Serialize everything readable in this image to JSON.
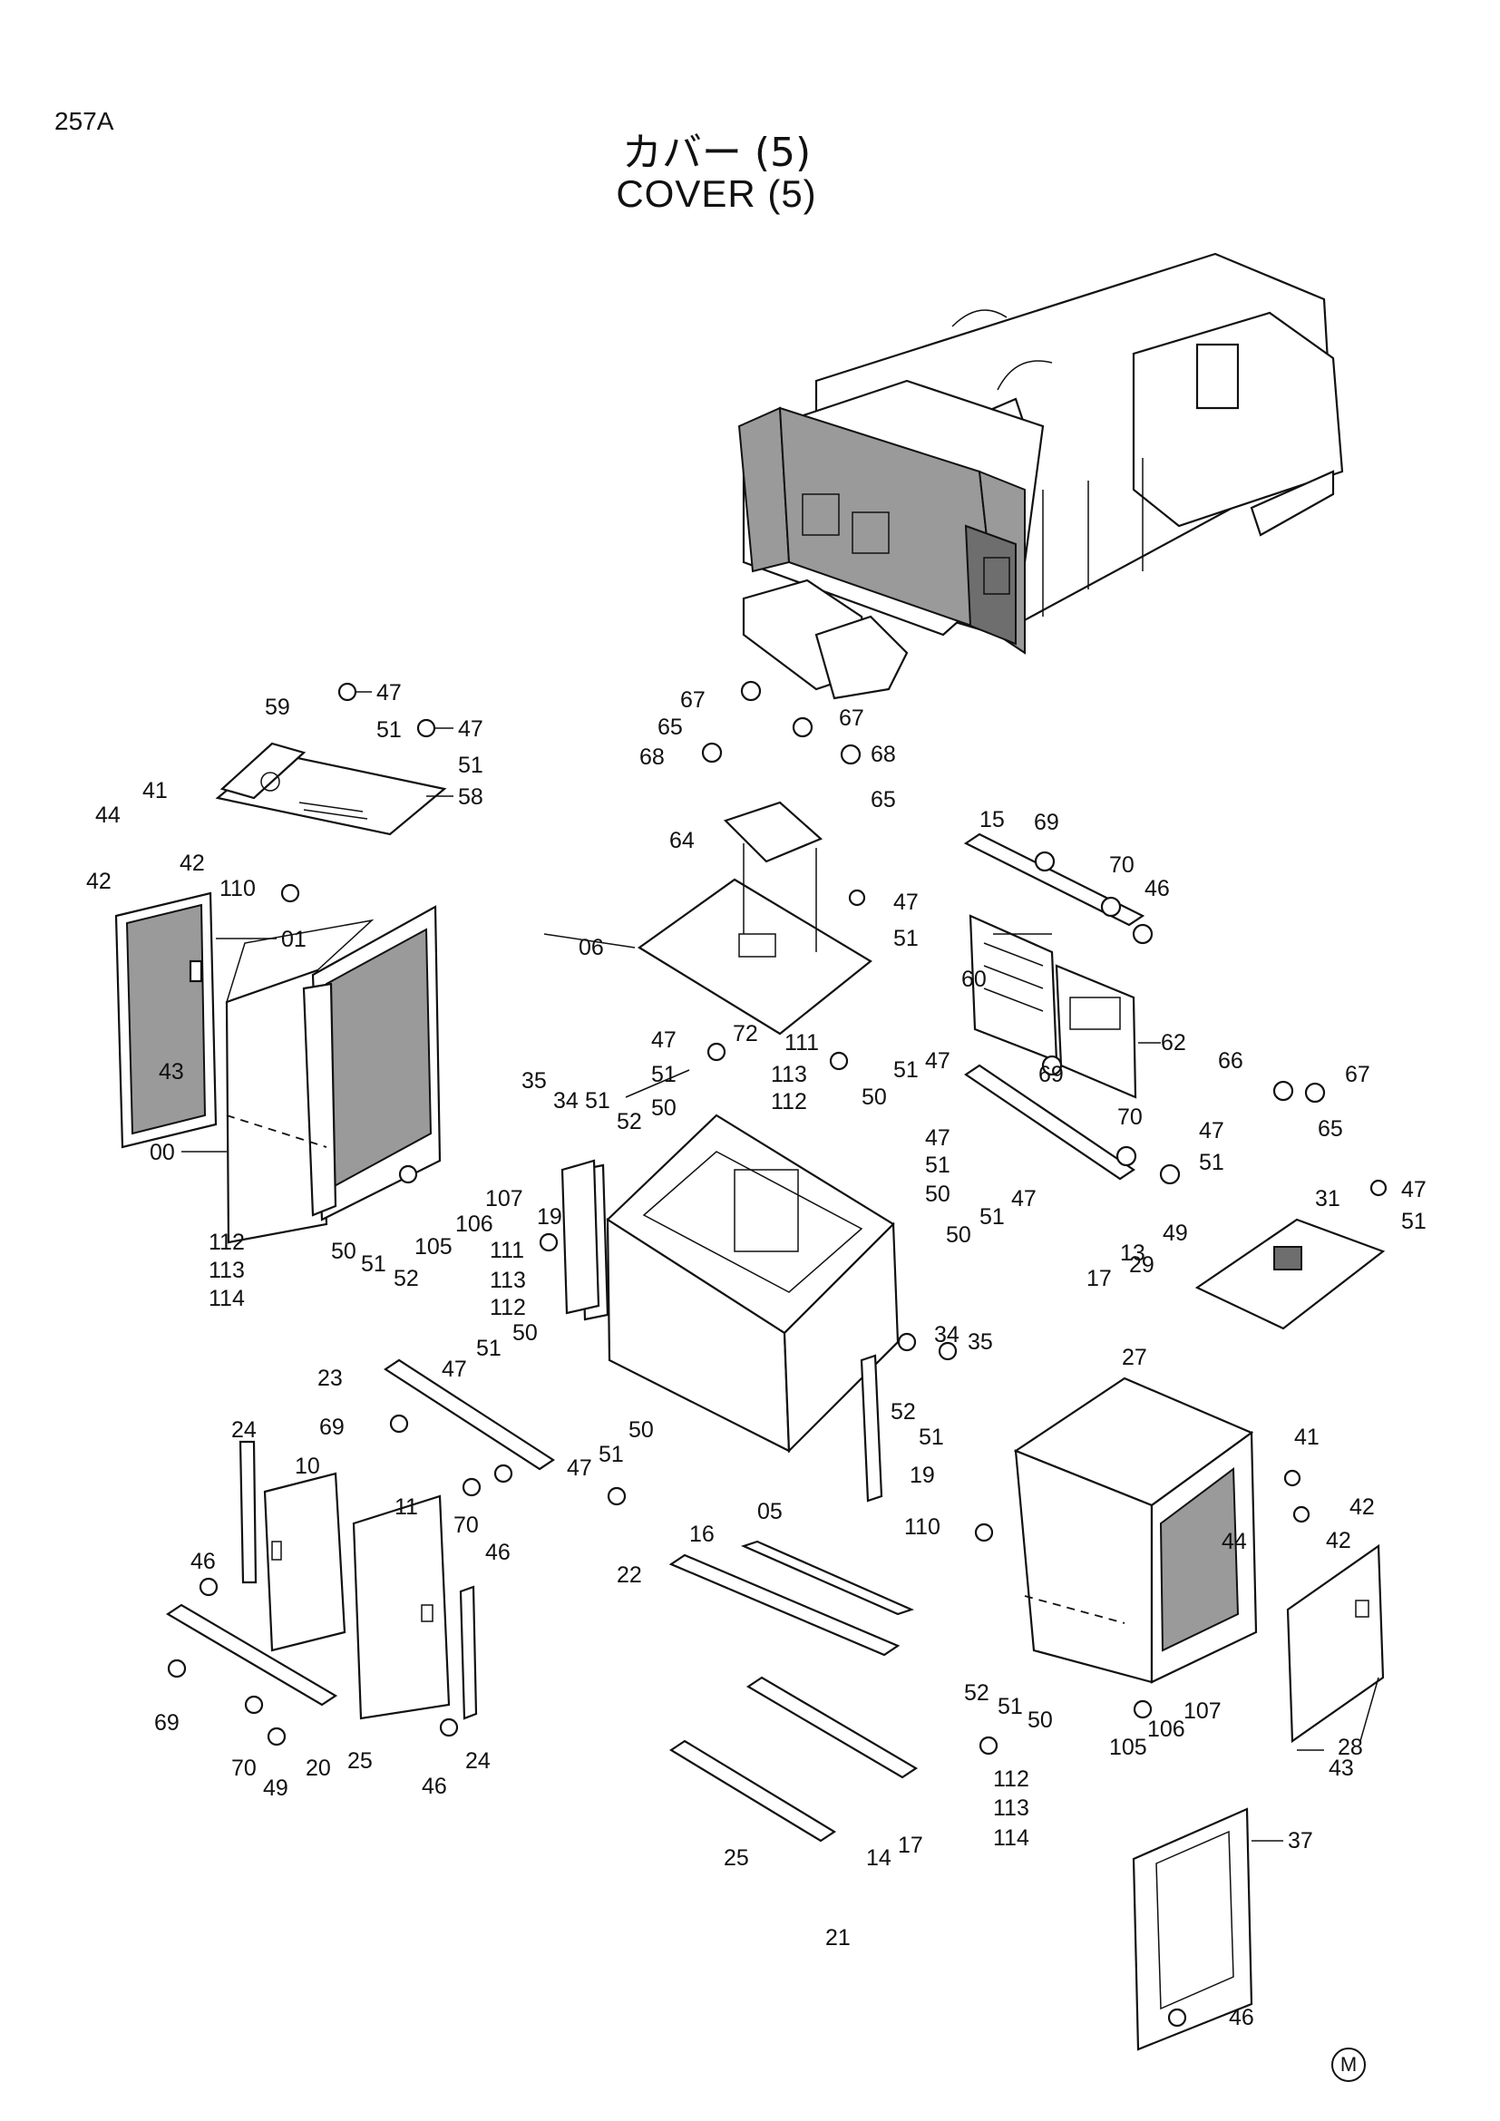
{
  "header": {
    "page_number": "257A",
    "title_jp": "カバー (5)",
    "title_en": "COVER (5)"
  },
  "footer": {
    "mark": "M"
  },
  "callouts": [
    {
      "id": "c47a",
      "text": "47"
    },
    {
      "id": "c51a",
      "text": "51"
    },
    {
      "id": "c59",
      "text": "59"
    },
    {
      "id": "c47b",
      "text": "47"
    },
    {
      "id": "c51b",
      "text": "51"
    },
    {
      "id": "c58",
      "text": "58"
    },
    {
      "id": "c44a",
      "text": "44"
    },
    {
      "id": "c41a",
      "text": "41"
    },
    {
      "id": "c42a",
      "text": "42"
    },
    {
      "id": "c42b",
      "text": "42"
    },
    {
      "id": "c110a",
      "text": "110"
    },
    {
      "id": "c01",
      "text": "01"
    },
    {
      "id": "c43a",
      "text": "43"
    },
    {
      "id": "c00",
      "text": "00"
    },
    {
      "id": "c112a",
      "text": "112"
    },
    {
      "id": "c113a",
      "text": "113"
    },
    {
      "id": "c114a",
      "text": "114"
    },
    {
      "id": "c50a",
      "text": "50"
    },
    {
      "id": "c51c",
      "text": "51"
    },
    {
      "id": "c52a",
      "text": "52"
    },
    {
      "id": "c105a",
      "text": "105"
    },
    {
      "id": "c106a",
      "text": "106"
    },
    {
      "id": "c107a",
      "text": "107"
    },
    {
      "id": "c35a",
      "text": "35"
    },
    {
      "id": "c34a",
      "text": "34"
    },
    {
      "id": "c51d",
      "text": "51"
    },
    {
      "id": "c52b",
      "text": "52"
    },
    {
      "id": "c19a",
      "text": "19"
    },
    {
      "id": "c111a",
      "text": "111"
    },
    {
      "id": "c113b",
      "text": "113"
    },
    {
      "id": "c112b",
      "text": "112"
    },
    {
      "id": "c51e",
      "text": "51"
    },
    {
      "id": "c50b",
      "text": "50"
    },
    {
      "id": "c47c",
      "text": "47"
    },
    {
      "id": "c23",
      "text": "23"
    },
    {
      "id": "c69a",
      "text": "69"
    },
    {
      "id": "c24a",
      "text": "24"
    },
    {
      "id": "c10",
      "text": "10"
    },
    {
      "id": "c11",
      "text": "11"
    },
    {
      "id": "c70a",
      "text": "70"
    },
    {
      "id": "c46a",
      "text": "46"
    },
    {
      "id": "c51f",
      "text": "51"
    },
    {
      "id": "c50c",
      "text": "50"
    },
    {
      "id": "c47d",
      "text": "47"
    },
    {
      "id": "c05",
      "text": "05"
    },
    {
      "id": "c46b",
      "text": "46"
    },
    {
      "id": "c69b",
      "text": "69"
    },
    {
      "id": "c70b",
      "text": "70"
    },
    {
      "id": "c49a",
      "text": "49"
    },
    {
      "id": "c20",
      "text": "20"
    },
    {
      "id": "c25a",
      "text": "25"
    },
    {
      "id": "c46c",
      "text": "46"
    },
    {
      "id": "c24b",
      "text": "24"
    },
    {
      "id": "c67a",
      "text": "67"
    },
    {
      "id": "c65a",
      "text": "65"
    },
    {
      "id": "c67b",
      "text": "67"
    },
    {
      "id": "c68a",
      "text": "68"
    },
    {
      "id": "c68b",
      "text": "68"
    },
    {
      "id": "c65b",
      "text": "65"
    },
    {
      "id": "c64",
      "text": "64"
    },
    {
      "id": "c47e",
      "text": "47"
    },
    {
      "id": "c51g",
      "text": "51"
    },
    {
      "id": "c06",
      "text": "06"
    },
    {
      "id": "c47f",
      "text": "47"
    },
    {
      "id": "c72",
      "text": "72"
    },
    {
      "id": "c111b",
      "text": "111"
    },
    {
      "id": "c51h",
      "text": "51"
    },
    {
      "id": "c113c",
      "text": "113"
    },
    {
      "id": "c50d",
      "text": "50"
    },
    {
      "id": "c112c",
      "text": "112"
    },
    {
      "id": "c50e",
      "text": "50"
    },
    {
      "id": "c51i",
      "text": "51"
    },
    {
      "id": "c47g",
      "text": "47"
    },
    {
      "id": "c47h",
      "text": "47"
    },
    {
      "id": "c51j",
      "text": "51"
    },
    {
      "id": "c50f",
      "text": "50"
    },
    {
      "id": "c15",
      "text": "15"
    },
    {
      "id": "c69c",
      "text": "69"
    },
    {
      "id": "c70c",
      "text": "70"
    },
    {
      "id": "c46d",
      "text": "46"
    },
    {
      "id": "c60",
      "text": "60"
    },
    {
      "id": "c62",
      "text": "62"
    },
    {
      "id": "c69d",
      "text": "69"
    },
    {
      "id": "c70d",
      "text": "70"
    },
    {
      "id": "c49b",
      "text": "49"
    },
    {
      "id": "c13",
      "text": "13"
    },
    {
      "id": "c17a",
      "text": "17"
    },
    {
      "id": "c50g",
      "text": "50"
    },
    {
      "id": "c51k",
      "text": "51"
    },
    {
      "id": "c47i",
      "text": "47"
    },
    {
      "id": "c66",
      "text": "66"
    },
    {
      "id": "c67c",
      "text": "67"
    },
    {
      "id": "c65c",
      "text": "65"
    },
    {
      "id": "c47j",
      "text": "47"
    },
    {
      "id": "c51l",
      "text": "51"
    },
    {
      "id": "c31",
      "text": "31"
    },
    {
      "id": "c47k",
      "text": "47"
    },
    {
      "id": "c51m",
      "text": "51"
    },
    {
      "id": "c29",
      "text": "29"
    },
    {
      "id": "c34b",
      "text": "34"
    },
    {
      "id": "c35b",
      "text": "35"
    },
    {
      "id": "c52c",
      "text": "52"
    },
    {
      "id": "c51n",
      "text": "51"
    },
    {
      "id": "c19b",
      "text": "19"
    },
    {
      "id": "c27",
      "text": "27"
    },
    {
      "id": "c41b",
      "text": "41"
    },
    {
      "id": "c42c",
      "text": "42"
    },
    {
      "id": "c44b",
      "text": "44"
    },
    {
      "id": "c42d",
      "text": "42"
    },
    {
      "id": "c110b",
      "text": "110"
    },
    {
      "id": "c16",
      "text": "16"
    },
    {
      "id": "c22",
      "text": "22"
    },
    {
      "id": "c52d",
      "text": "52"
    },
    {
      "id": "c51o",
      "text": "51"
    },
    {
      "id": "c50h",
      "text": "50"
    },
    {
      "id": "c105b",
      "text": "105"
    },
    {
      "id": "c106b",
      "text": "106"
    },
    {
      "id": "c107b",
      "text": "107"
    },
    {
      "id": "c28",
      "text": "28"
    },
    {
      "id": "c43b",
      "text": "43"
    },
    {
      "id": "c112d",
      "text": "112"
    },
    {
      "id": "c113d",
      "text": "113"
    },
    {
      "id": "c114b",
      "text": "114"
    },
    {
      "id": "c37",
      "text": "37"
    },
    {
      "id": "c46e",
      "text": "46"
    },
    {
      "id": "c25b",
      "text": "25"
    },
    {
      "id": "c21",
      "text": "21"
    },
    {
      "id": "c14",
      "text": "14"
    },
    {
      "id": "c17b",
      "text": "17"
    }
  ]
}
